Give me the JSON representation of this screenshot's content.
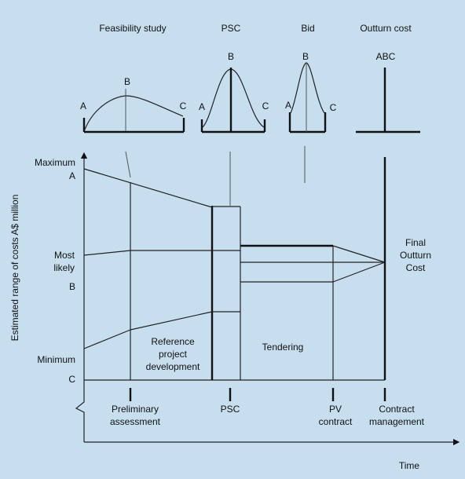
{
  "stages": {
    "feasibility": "Feasibility study",
    "psc": "PSC",
    "bid": "Bid",
    "outturn": "Outturn cost"
  },
  "dist_labels": {
    "a": "A",
    "b": "B",
    "c": "C",
    "abc": "ABC"
  },
  "y_axis": {
    "title": "Estimated range of costs A$ million",
    "maximum": "Maximum",
    "a": "A",
    "most": "Most",
    "likely": "likely",
    "b": "B",
    "minimum": "Minimum",
    "c": "C"
  },
  "regions": {
    "reference_1": "Reference",
    "reference_2": "project",
    "reference_3": "development",
    "tendering": "Tendering",
    "final_1": "Final",
    "final_2": "Outturn",
    "final_3": "Cost"
  },
  "x_axis": {
    "prelim_1": "Preliminary",
    "prelim_2": "assessment",
    "psc": "PSC",
    "pv_1": "PV",
    "pv_2": "contract",
    "cm_1": "Contract",
    "cm_2": "management",
    "time": "Time"
  }
}
